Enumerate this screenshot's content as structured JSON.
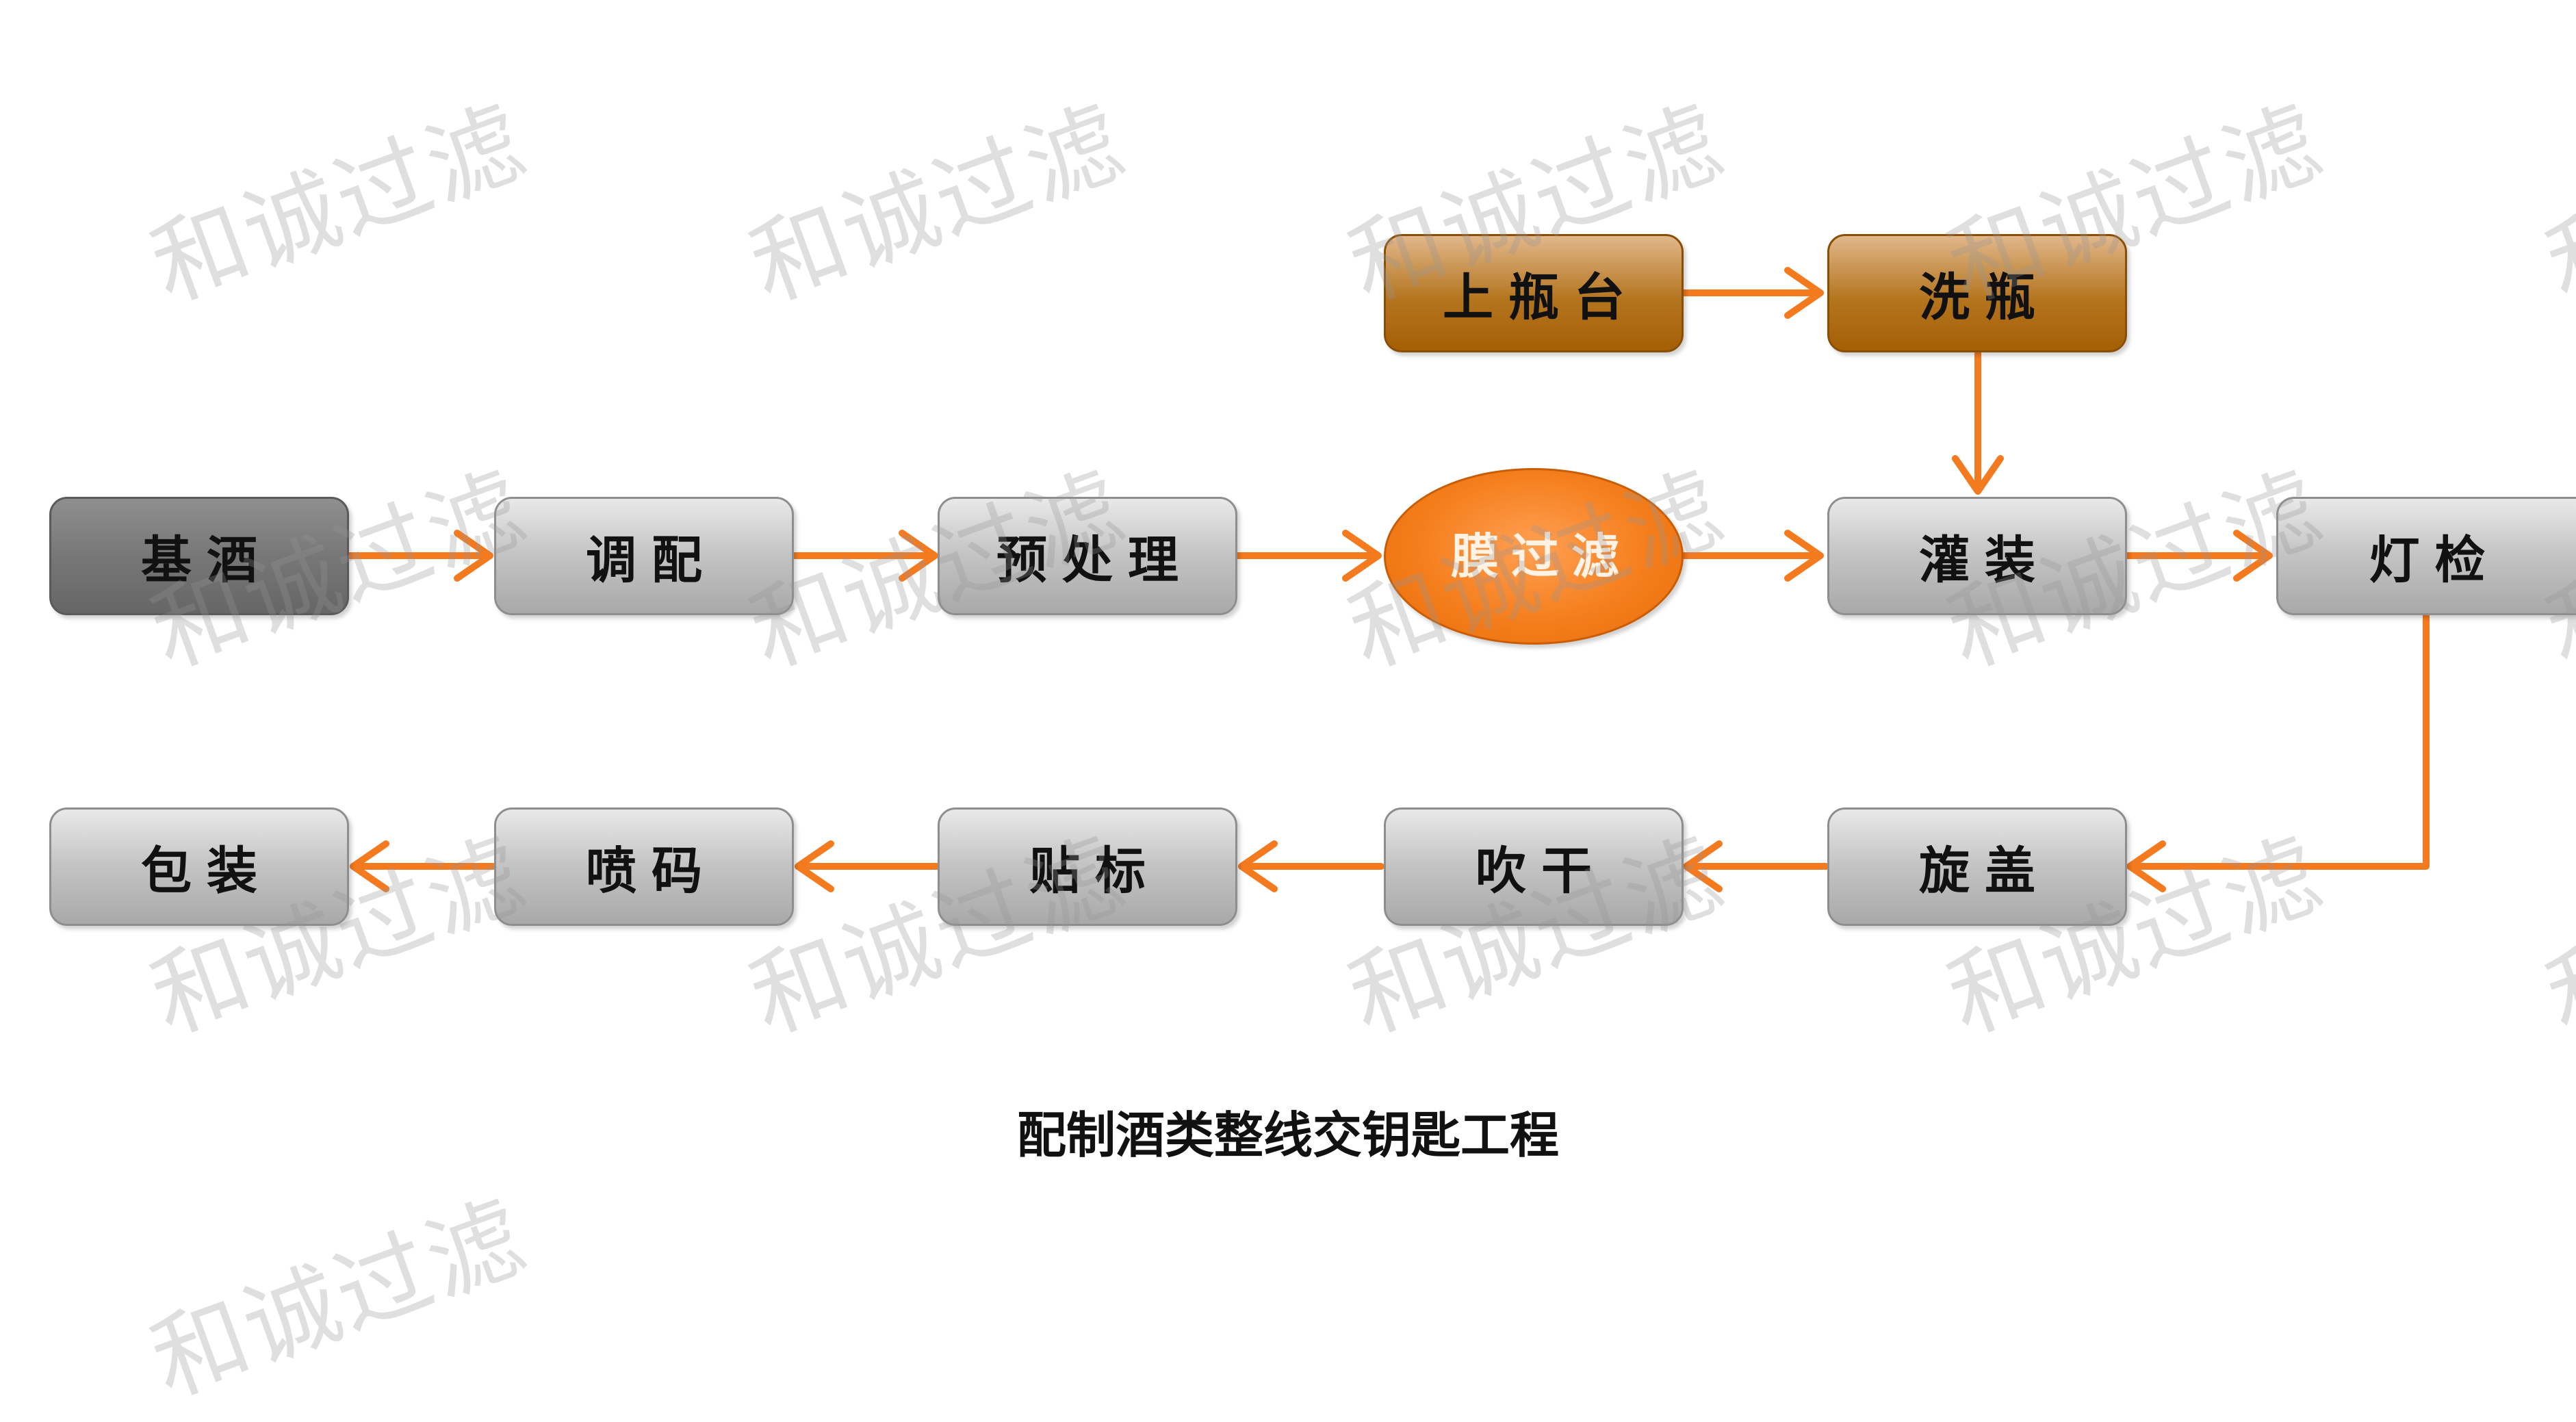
{
  "nodes": {
    "bottle_loading": "上瓶台",
    "bottle_washing": "洗瓶",
    "base_liquor": "基酒",
    "blending": "调配",
    "pretreatment": "预处理",
    "membrane_filtration": "膜过滤",
    "filling": "灌装",
    "light_inspection": "灯检",
    "capping": "旋盖",
    "blow_drying": "吹干",
    "labeling": "贴标",
    "code_printing": "喷码",
    "packaging": "包装"
  },
  "caption": "配制酒类整线交钥匙工程",
  "watermark": "和诚过滤",
  "colors": {
    "arrow": "#f47a1f",
    "box_gray": "#b7b7b7",
    "box_dark": "#767676",
    "box_brown": "#ad6a10",
    "oval_orange": "#f57e1c"
  }
}
